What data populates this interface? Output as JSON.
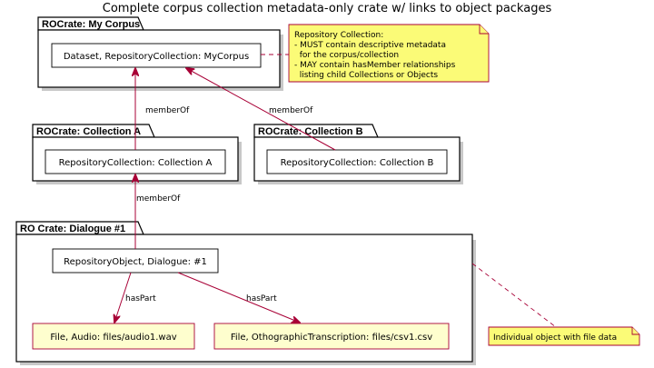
{
  "diagram": {
    "title": "Complete corpus collection metadata-only crate w/ links to object packages",
    "packages": {
      "corpus": "ROCrate: My Corpus",
      "collection_a": "ROCrate: Collection A",
      "collection_b": "ROCrate: Collection B",
      "dialogue": "RO Crate: Dialogue #1"
    },
    "nodes": {
      "corpus": "Dataset, RepositoryCollection: MyCorpus",
      "collection_a": "RepositoryCollection: Collection A",
      "collection_b": "RepositoryCollection: Collection B",
      "dialogue": "RepositoryObject, Dialogue: #1",
      "file_audio": "File, Audio: files/audio1.wav",
      "file_transcription": "File, OthographicTranscription: files/csv1.csv"
    },
    "edges": {
      "a_member_of": "memberOf",
      "b_member_of": "memberOf",
      "dialogue_member_of": "memberOf",
      "has_part_audio": "hasPart",
      "has_part_transcription": "hasPart"
    },
    "notes": {
      "repository_collection": [
        "Repository Collection:",
        "- MUST contain descriptive metadata",
        "  for the corpus/collection",
        "- MAY contain hasMember relationships",
        "  listing child Collections or Objects"
      ],
      "individual_object": "Individual object with file data"
    },
    "colors": {
      "edge": "#a80036",
      "note_fill": "#fbfb77",
      "file_fill": "#fefece"
    }
  }
}
